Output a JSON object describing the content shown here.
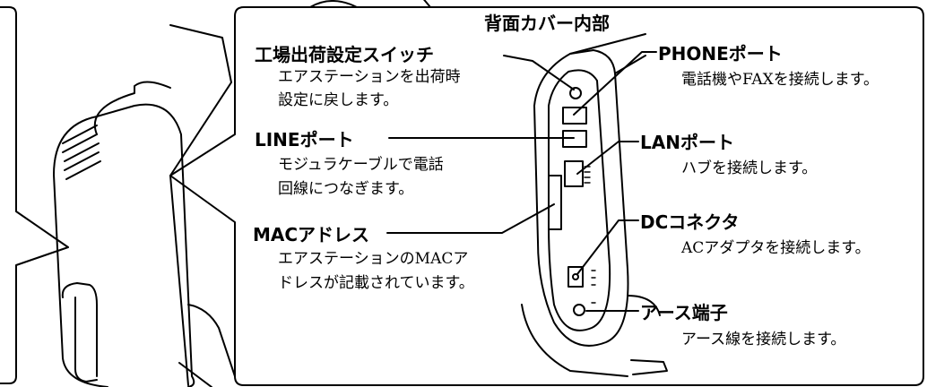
{
  "diagram": {
    "title": "背面カバー内部",
    "callouts": {
      "reset_switch": {
        "name": "工場出荷設定スイッチ",
        "desc": [
          "エアステーションを出荷時",
          "設定に戻します。"
        ]
      },
      "line_port": {
        "name": "LINEポート",
        "desc": [
          "モジュラケーブルで電話",
          "回線につなぎます。"
        ]
      },
      "mac_address": {
        "name": "MACアドレス",
        "desc": [
          "エアステーションのMACア",
          "ドレスが記載されています。"
        ]
      },
      "phone_port": {
        "name": "PHONEポート",
        "desc": [
          "電話機やFAXを接続します。"
        ]
      },
      "lan_port": {
        "name": "LANポート",
        "desc": [
          "ハブを接続します。"
        ]
      },
      "dc_connector": {
        "name": "DCコネクタ",
        "desc": [
          "ACアダプタを接続します。"
        ]
      },
      "ground_terminal": {
        "name": "アース端子",
        "desc": [
          "アース線を接続します。"
        ]
      }
    }
  },
  "colors": {
    "line": "#000000",
    "background": "#ffffff"
  }
}
